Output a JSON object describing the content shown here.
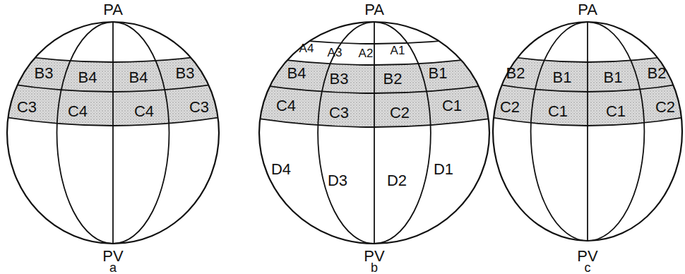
{
  "diagram": {
    "labels": [
      "PA",
      "B3",
      "B4",
      "B4",
      "B3",
      "C3",
      "C4",
      "C4",
      "C3",
      "PV",
      "a",
      "PA",
      "A4",
      "A3",
      "A2",
      "A1",
      "B4",
      "B3",
      "B2",
      "B1",
      "C4",
      "C3",
      "C2",
      "C1",
      "D4",
      "D3",
      "D2",
      "D1",
      "PV",
      "b",
      "PA",
      "B2",
      "B1",
      "B1",
      "B2",
      "C2",
      "C1",
      "C1",
      "C2",
      "PV",
      "c"
    ]
  }
}
